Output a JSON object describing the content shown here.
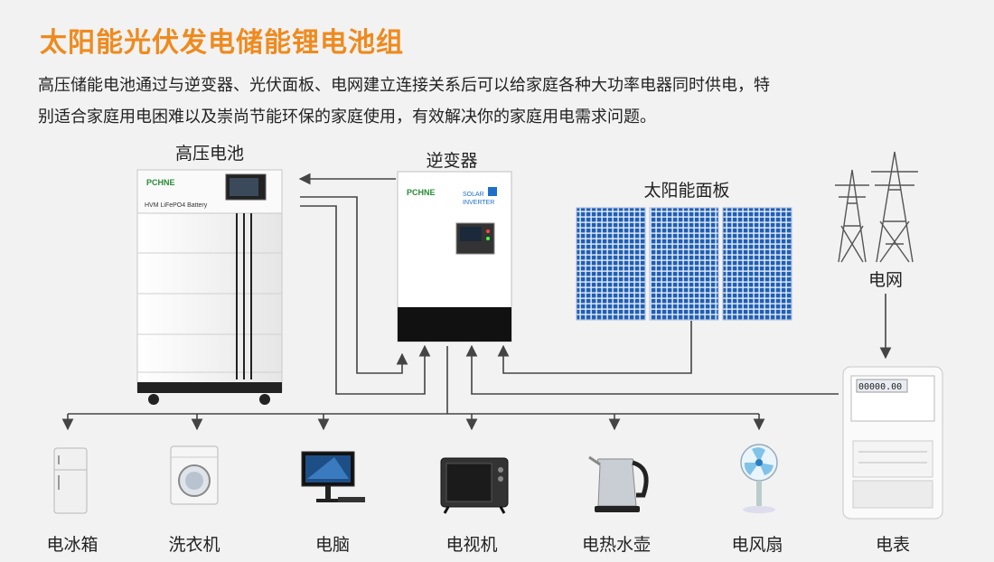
{
  "title": "太阳能光伏发电储能锂电池组",
  "description": {
    "line1": "高压储能电池通过与逆变器、光伏面板、电网建立连接关系后可以给家庭各种大功率电器同时供电，特",
    "line2": "别适合家庭用电困难以及崇尚节能环保的家庭使用，有效解决你的家庭用电需求问题。"
  },
  "components": {
    "battery": {
      "label": "高压电池",
      "brand": "PCHNE",
      "model": "HVM LiFePO4 Battery"
    },
    "inverter": {
      "label": "逆变器",
      "brand": "PCHNE",
      "text1": "SOLAR",
      "text2": "INVERTER"
    },
    "solar_panel": {
      "label": "太阳能面板"
    },
    "grid": {
      "label": "电网"
    },
    "meter": {
      "label": "电表",
      "reading": "00000.00"
    }
  },
  "appliances": [
    {
      "label": "电冰箱",
      "icon": "refrigerator-icon"
    },
    {
      "label": "洗衣机",
      "icon": "washing-machine-icon"
    },
    {
      "label": "电脑",
      "icon": "computer-icon"
    },
    {
      "label": "电视机",
      "icon": "tv-icon"
    },
    {
      "label": "电热水壶",
      "icon": "kettle-icon"
    },
    {
      "label": "电风扇",
      "icon": "fan-icon"
    }
  ],
  "colors": {
    "title": "#ef8a1e",
    "line": "#444444",
    "panel": "#1f5fb5"
  }
}
